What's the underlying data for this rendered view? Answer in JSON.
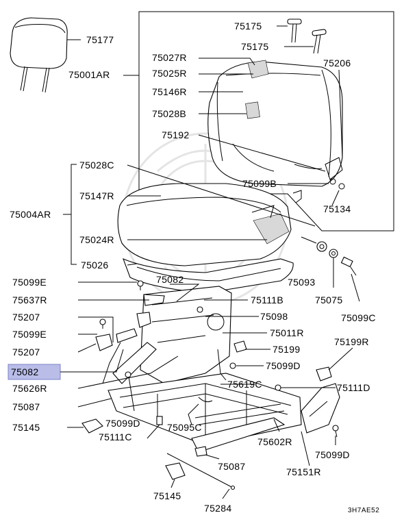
{
  "diagram": {
    "callouts": {
      "headrest": "75177",
      "seat_back_assy": "75001AR",
      "pin_upper": "75175",
      "pin_lower": "75175",
      "back_frame": "75206",
      "back_hook": "75027R",
      "back_pad_clip": "75025R",
      "back_cover": "75146R",
      "back_label": "75028B",
      "recline_rod": "75192",
      "back_bolt": "75099B",
      "back_nut": "75134",
      "cushion_label": "75028C",
      "cushion_assy": "75004AR",
      "cushion_cover": "75147R",
      "cushion_pad": "75024R",
      "cushion_frame": "75026",
      "screw_e_upper": "75099E",
      "clip_637": "75637R",
      "frame_082": "75082",
      "bolt_111b": "75111B",
      "cover_207_upper": "75207",
      "bracket_098": "75098",
      "screw_e_lower": "75099E",
      "adjuster_011": "75011R",
      "cover_207_lower": "75207",
      "spring_199_upper": "75199",
      "highlighted_082": "75082",
      "bolt_099d_right": "75099D",
      "handle_626": "75626R",
      "stay_619": "75619C",
      "washer_093": "75093",
      "spacer_075": "75075",
      "bolt_099c": "75099C",
      "spring_199r": "75199R",
      "bolt_111d": "75111D",
      "link_087_left": "75087",
      "bolt_099d_center": "75099D",
      "bolt_111c": "75111C",
      "rod_095c": "75095C",
      "rail_602": "75602R",
      "cover_145_left": "75145",
      "cover_151": "75151R",
      "bolt_099d_lower": "75099D",
      "link_087_center": "75087",
      "cover_145_bottom": "75145",
      "wire_284": "75284"
    },
    "diagram_code": "3H7AE52"
  },
  "colors": {
    "highlight_fill": "#b9bde8",
    "line": "#000000"
  }
}
